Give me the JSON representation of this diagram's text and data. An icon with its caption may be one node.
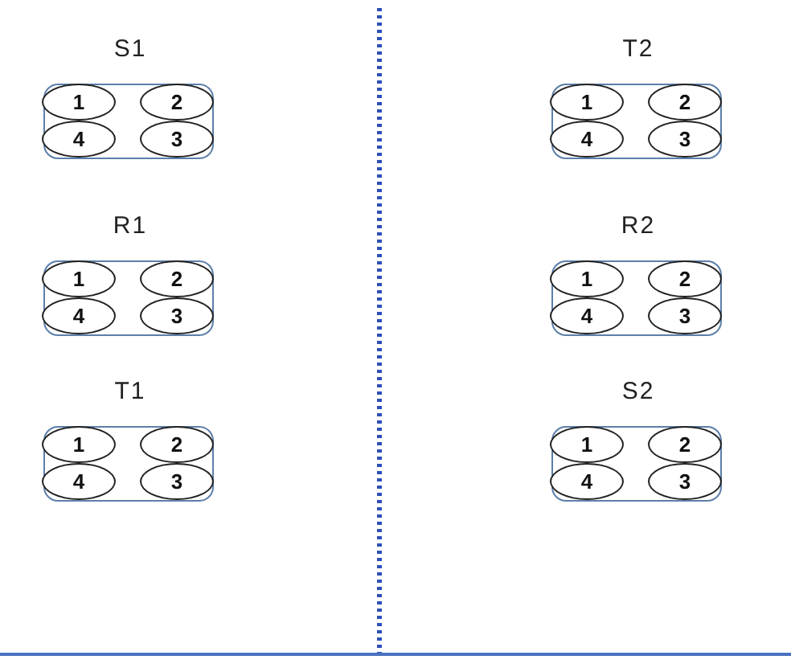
{
  "diagram": {
    "nodes": [
      {
        "text": [
          "S1"
        ]
      },
      {
        "text": [
          "1"
        ],
        "in": 0
      },
      {
        "text": [
          "2"
        ],
        "in": 0
      },
      {
        "text": [
          "4"
        ],
        "in": 0
      },
      {
        "text": [
          "3"
        ],
        "in": 0
      },
      {
        "text": [
          "T2"
        ]
      },
      {
        "text": [
          "1"
        ],
        "in": 5
      },
      {
        "text": [
          "2"
        ],
        "in": 5
      },
      {
        "text": [
          "4"
        ],
        "in": 5
      },
      {
        "text": [
          "3"
        ],
        "in": 5
      },
      {
        "text": [
          "R1"
        ]
      },
      {
        "text": [
          "1"
        ],
        "in": 10
      },
      {
        "text": [
          "2"
        ],
        "in": 10
      },
      {
        "text": [
          "4"
        ],
        "in": 10
      },
      {
        "text": [
          "3"
        ],
        "in": 10
      },
      {
        "text": [
          "R2"
        ]
      },
      {
        "text": [
          "1"
        ],
        "in": 15
      },
      {
        "text": [
          "2"
        ],
        "in": 15
      },
      {
        "text": [
          "4"
        ],
        "in": 15
      },
      {
        "text": [
          "3"
        ],
        "in": 15
      },
      {
        "text": [
          "T1"
        ]
      },
      {
        "text": [
          "1"
        ],
        "in": 20
      },
      {
        "text": [
          "2"
        ],
        "in": 20
      },
      {
        "text": [
          "4"
        ],
        "in": 20
      },
      {
        "text": [
          "3"
        ],
        "in": 20
      },
      {
        "text": [
          "S2"
        ]
      },
      {
        "text": [
          "1"
        ],
        "in": 25
      },
      {
        "text": [
          "2"
        ],
        "in": 25
      },
      {
        "text": [
          "4"
        ],
        "in": 25
      },
      {
        "text": [
          "3"
        ],
        "in": 25
      }
    ]
  }
}
